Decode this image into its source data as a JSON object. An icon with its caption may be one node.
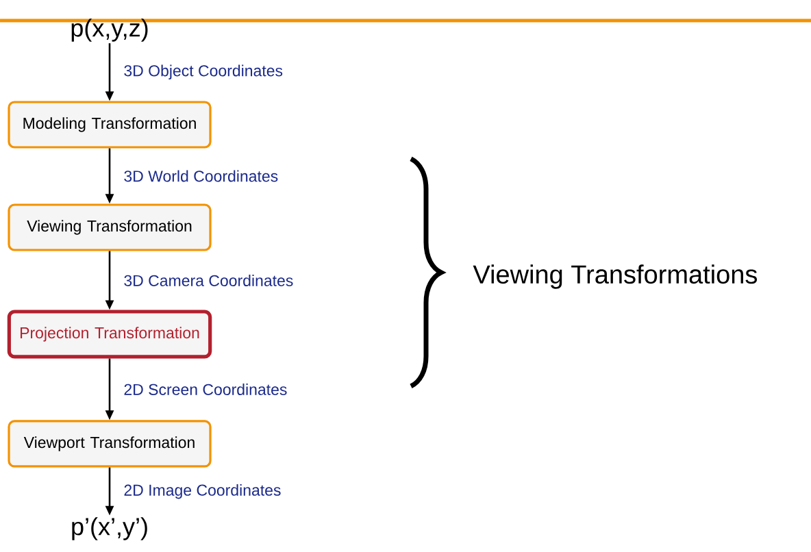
{
  "diagram": {
    "nodes": [
      {
        "text": [
          "p(x,y,z)"
        ]
      },
      {
        "text": [
          "Modeling Transformation"
        ]
      },
      {
        "text": [
          "Viewing Transformation"
        ]
      },
      {
        "text": [
          "Projection Transformation"
        ]
      },
      {
        "text": [
          "Viewport Transformation"
        ]
      },
      {
        "text": [
          "p’(x’,y’)"
        ]
      }
    ],
    "edges": [
      {
        "from": 0,
        "to": 1,
        "arrow": "to",
        "label": "3D Object Coordinates"
      },
      {
        "from": 1,
        "to": 2,
        "arrow": "to",
        "label": "3D World Coordinates"
      },
      {
        "from": 2,
        "to": 3,
        "arrow": "to",
        "label": "3D Camera Coordinates"
      },
      {
        "from": 3,
        "to": 4,
        "arrow": "to",
        "label": "2D Screen Coordinates"
      },
      {
        "from": 4,
        "to": 5,
        "arrow": "to",
        "label": "2D Image Coordinates"
      }
    ],
    "labels": [
      "Viewing Transformations"
    ]
  }
}
